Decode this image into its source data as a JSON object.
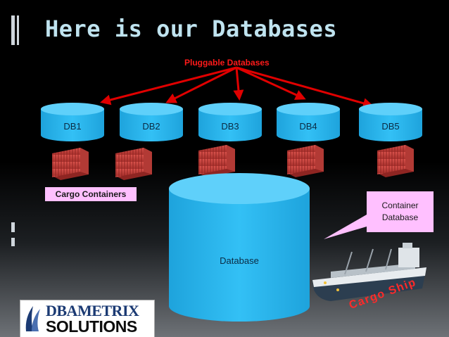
{
  "slide": {
    "title": "Here is our Databases",
    "pluggable_label": "Pluggable Databases",
    "pdbs": [
      "DB1",
      "DB2",
      "DB3",
      "DB4",
      "DB5"
    ],
    "cargo_containers_label": "Cargo Containers",
    "container_database_label": [
      "Container",
      "Database"
    ],
    "database_label": "Database",
    "cargo_ship_label": "Cargo Ship",
    "logo": {
      "line1": "DBAMETRIX",
      "line2": "SOLUTIONS"
    }
  },
  "colors": {
    "title": "#bfe3ef",
    "arrow": "#e00000",
    "cylinder": "#29b6f0",
    "container": "#c9403b",
    "callout": "#ffc0ff"
  }
}
